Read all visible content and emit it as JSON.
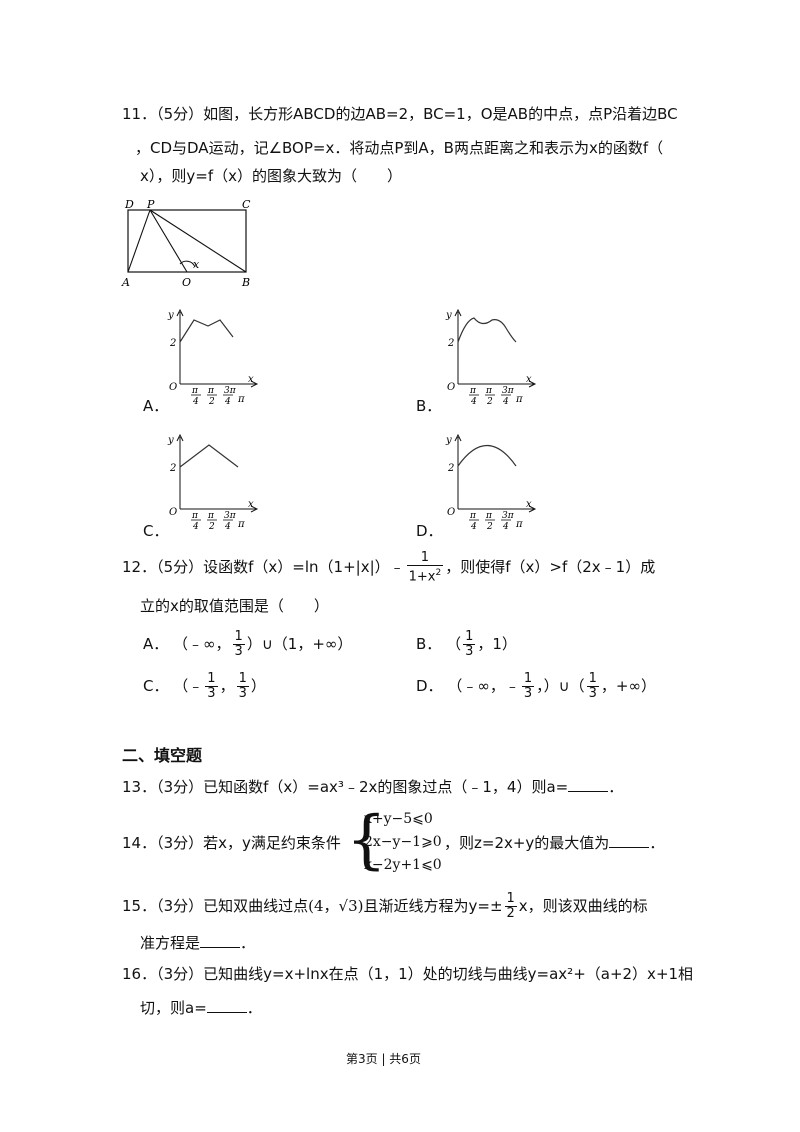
{
  "q11": {
    "line1": "11．（5分）如图，长方形ABCD的边AB=2，BC=1，O是AB的中点，点P沿着边BC",
    "line2": "，CD与DA运动，记∠BOP=x．将动点P到A，B两点距离之和表示为x的函数f（",
    "line3": "x），则y=f（x）的图象大致为（　　）",
    "fig_labels": {
      "D": "D",
      "P": "P",
      "C": "C",
      "A": "A",
      "O": "O",
      "B": "B",
      "x": "x"
    },
    "options": [
      {
        "letter": "A．"
      },
      {
        "letter": "B．"
      },
      {
        "letter": "C．"
      },
      {
        "letter": "D．"
      }
    ],
    "graph_labels": {
      "y": "y",
      "x": "x",
      "o": "O",
      "two": "2",
      "pi": "π",
      "pi_top": "π",
      "three_pi": "3π",
      "d4": "4",
      "d2": "2"
    }
  },
  "q12": {
    "pre": "12．（5分）设函数f（x）=ln（1+|x|）﹣",
    "frac_num": "1",
    "frac_den": "1+x",
    "frac_exp": "2",
    "post": "，则使得f（x）>f（2x﹣1）成",
    "line2": "立的x的取值范围是（　　）",
    "A_label": "A．",
    "A_pre": "（﹣∞，",
    "A_post": "）∪（1，+∞）",
    "B_label": "B．",
    "B_pre": "（",
    "B_post": "，1）",
    "C_label": "C．",
    "C_pre": "（﹣",
    "C_mid": "，",
    "C_post": "）",
    "D_label": "D．",
    "D_pre": "（﹣∞，﹣",
    "D_mid": "，）∪（",
    "D_post": "，+∞）",
    "one": "1",
    "three": "3"
  },
  "section2": "二、填空题",
  "q13": {
    "pre": "13．（3分）已知函数f（x）=ax³﹣2x的图象过点（﹣1，4）则a=",
    "post": "．"
  },
  "q14": {
    "pre": "14．（3分）若x，y满足约束条件",
    "c1": "x+y−5⩽0",
    "c2": "2x−y−1⩾0",
    "c3": "x−2y+1⩽0",
    "post": "，则z=2x+y的最大值为",
    "end": "．"
  },
  "q15": {
    "pre": "15．（3分）已知双曲线过点",
    "point": "(4，√3)",
    "mid": "且渐近线方程为y=±",
    "frac_num": "1",
    "frac_den": "2",
    "post": "x，则该双曲线的标",
    "line2": "准方程是",
    "end": "．"
  },
  "q16": {
    "line1": "16．（3分）已知曲线y=x+lnx在点（1，1）处的切线与曲线y=ax²+（a+2）x+1相",
    "line2": "切，则a=",
    "end": "．"
  },
  "footer": "第3页 | 共6页"
}
